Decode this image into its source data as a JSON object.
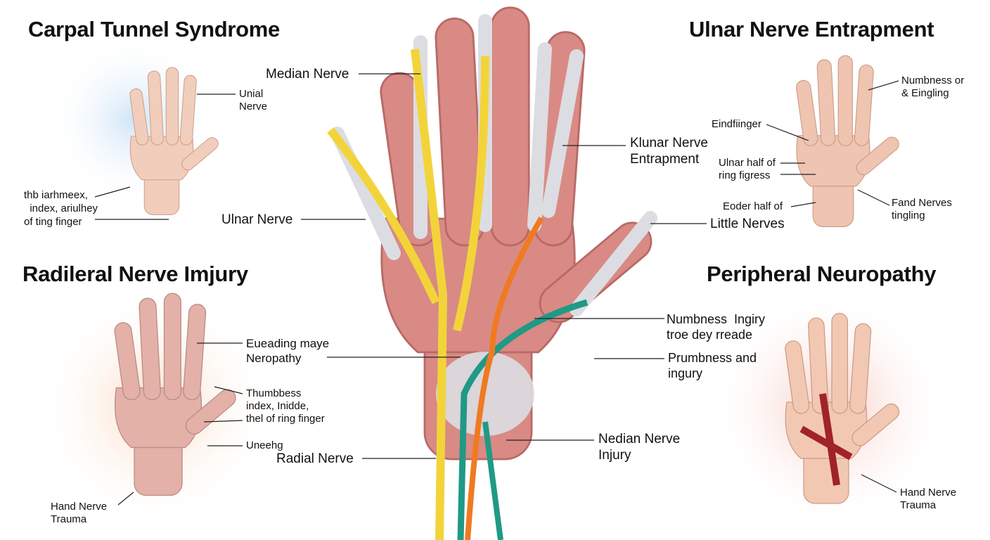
{
  "titles": {
    "carpal": "Carpal Tunnel Syndrome",
    "ulnar": "Ulnar Nerve Entrapment",
    "radial": "Radileral Nerve Imjury",
    "peripheral": "Peripheral Neuropathy"
  },
  "center_labels": {
    "median": "Median Nerve",
    "klunar": "Klunar Nerve\nEntrapment",
    "ulnar": "Ulnar Nerve",
    "little": "Little Nerves",
    "numbness_injury": "Numbness  Ingiry\ntroe dey rreade",
    "prumbness": "Prumbness and\ningury",
    "neropathy": "Eueading maye\nNeropathy",
    "nedian": "Nedian Nerve\nInjury",
    "radial": "Radial Nerve"
  },
  "carpal_labels": {
    "unial": "Unial\nNerve",
    "fingers": "thb iarhmeex,\n  index, ariulhey\nof ting finger"
  },
  "ulnar_labels": {
    "numbness": "Numbness or\n& Eingling",
    "eindfinger": "Eindfiinger",
    "ulnar_half": "Ulnar half of\nring figress",
    "eoder": "Eoder half of",
    "fand": "Fand Nerves\ntingling"
  },
  "radial_labels": {
    "thumb": "Thumbbess\nindex, Inidde,\nthel of ring finger",
    "uneehg": "Uneehg",
    "trauma": "Hand Nerve\nTrauma"
  },
  "peripheral_labels": {
    "trauma": "Hand Nerve\nTrauma"
  },
  "colors": {
    "skin": "#f2c6b0",
    "muscle": "#d98a84",
    "bone": "#dcdde2",
    "median_nerve": "#f2d43a",
    "ulnar_nerve": "#1f9a86",
    "radial_nerve": "#f07a22"
  }
}
